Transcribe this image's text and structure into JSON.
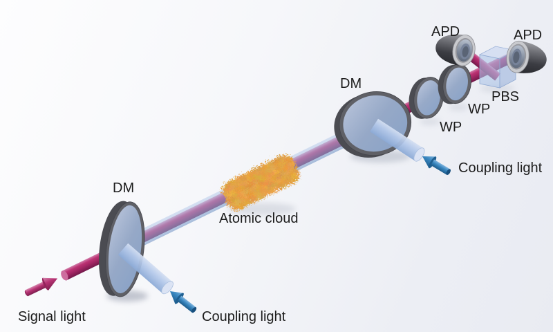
{
  "figure": {
    "labels": {
      "signal_light": "Signal light",
      "coupling_light_left": "Coupling light",
      "coupling_light_right": "Coupling light",
      "dm_left": "DM",
      "dm_right": "DM",
      "atomic_cloud": "Atomic cloud",
      "wp_first": "WP",
      "wp_second": "WP",
      "pbs": "PBS",
      "apd_left": "APD",
      "apd_right": "APD"
    },
    "colors": {
      "signal_beam": "#b42d6f",
      "signal_beam_dark": "#72194a",
      "coupling_beam": "#a9c2e7",
      "coupling_arrow": "#3584bd",
      "signal_arrow": "#b63273",
      "atomic_cloud": "#d2600a",
      "optic_glass": "#aac3e9",
      "optic_rim": "#5f6066",
      "detector_body": "#3c3d43",
      "detector_collar": "#c9cace",
      "label_text": "#1c1c1c",
      "background_start": "#fdfdfe",
      "background_end": "#e9ebf2"
    }
  }
}
